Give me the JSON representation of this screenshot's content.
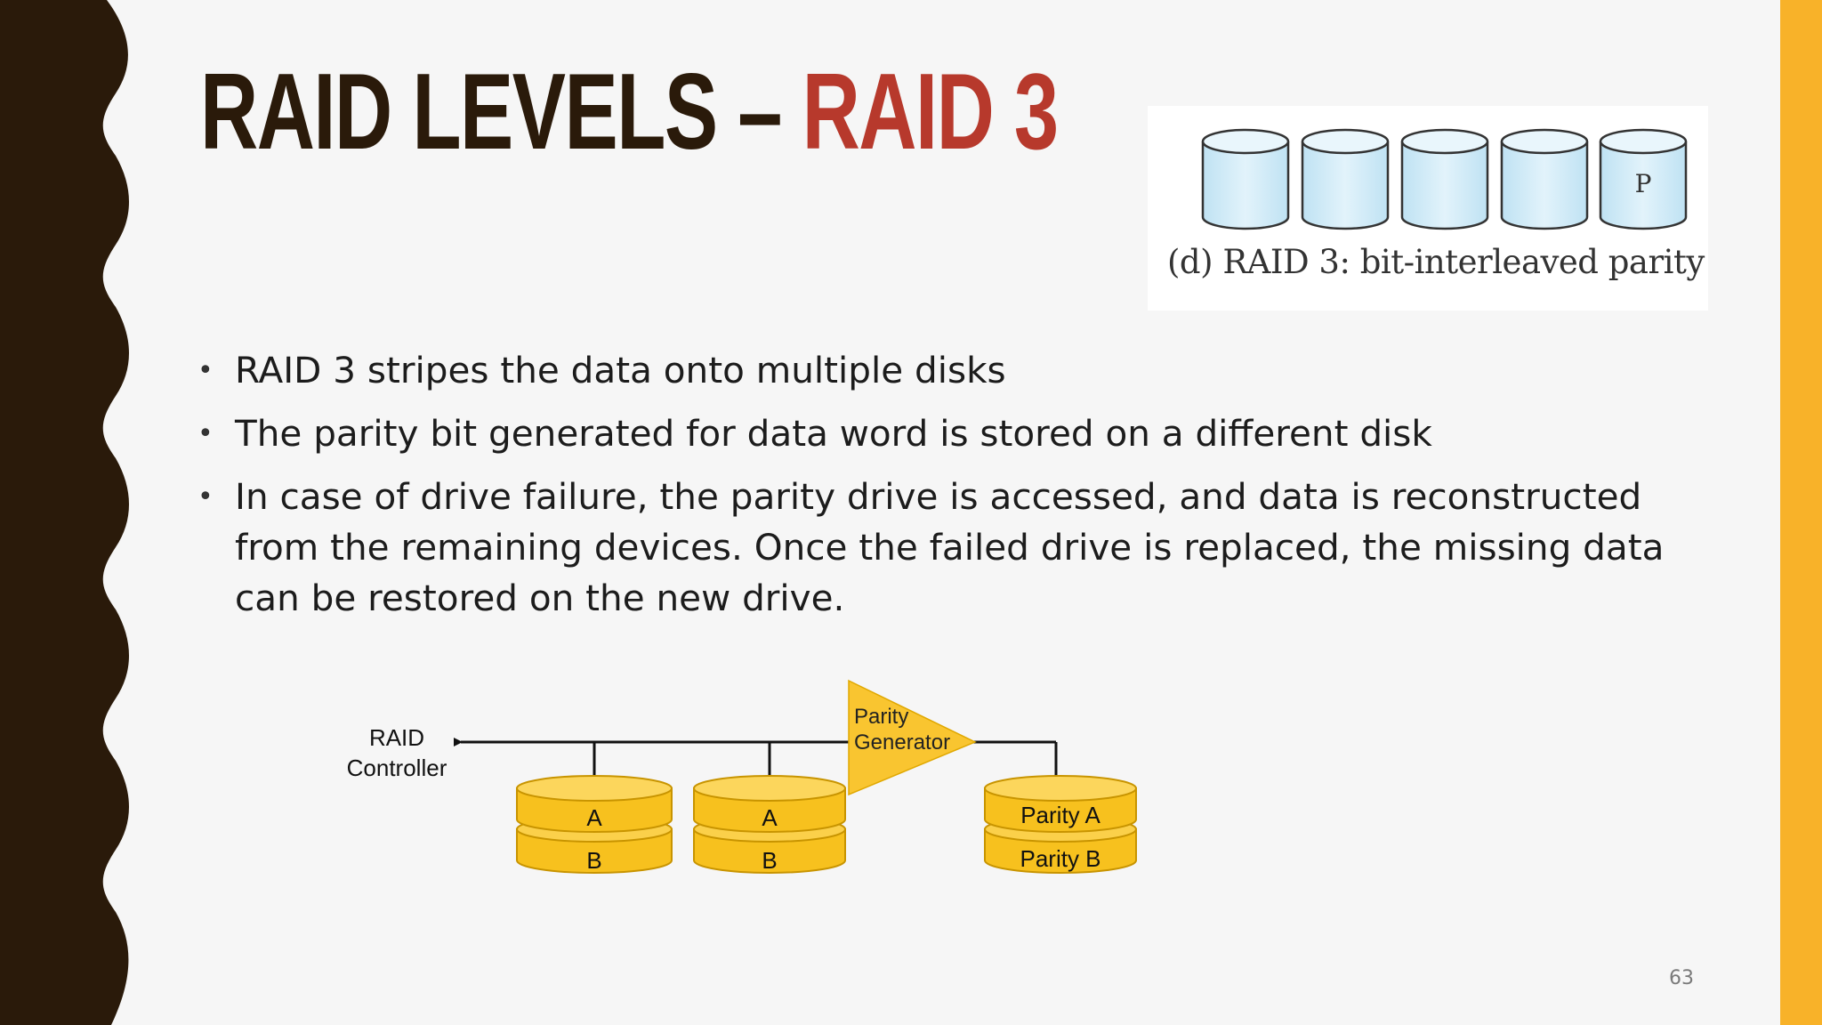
{
  "slide": {
    "title_main": "RAID LEVELS – ",
    "title_highlight": "RAID 3",
    "page_number": "63"
  },
  "figure_d": {
    "parity_label": "P",
    "caption": "(d) RAID 3: bit-interleaved parity"
  },
  "bullets": [
    "RAID 3 stripes the data onto multiple disks",
    "The parity bit generated for data word is stored on a different disk",
    "In case of drive failure, the parity drive is accessed, and data is reconstructed from the remaining devices. Once the failed drive is replaced, the missing data can be restored on the new drive."
  ],
  "diagram": {
    "controller_line1": "RAID",
    "controller_line2": "Controller",
    "generator_line1": "Parity",
    "generator_line2": "Generator",
    "disk1_top": "A",
    "disk1_bottom": "B",
    "disk2_top": "A",
    "disk2_bottom": "B",
    "parity_top": "Parity A",
    "parity_bottom": "Parity B"
  },
  "colors": {
    "left_bar": "#2a1a0a",
    "right_accent": "#f8b229",
    "title_dark": "#2a1a0a",
    "title_highlight": "#b7392c",
    "disk_yellow": "#f9c530",
    "disk_light_blue": "#d7eef8"
  }
}
